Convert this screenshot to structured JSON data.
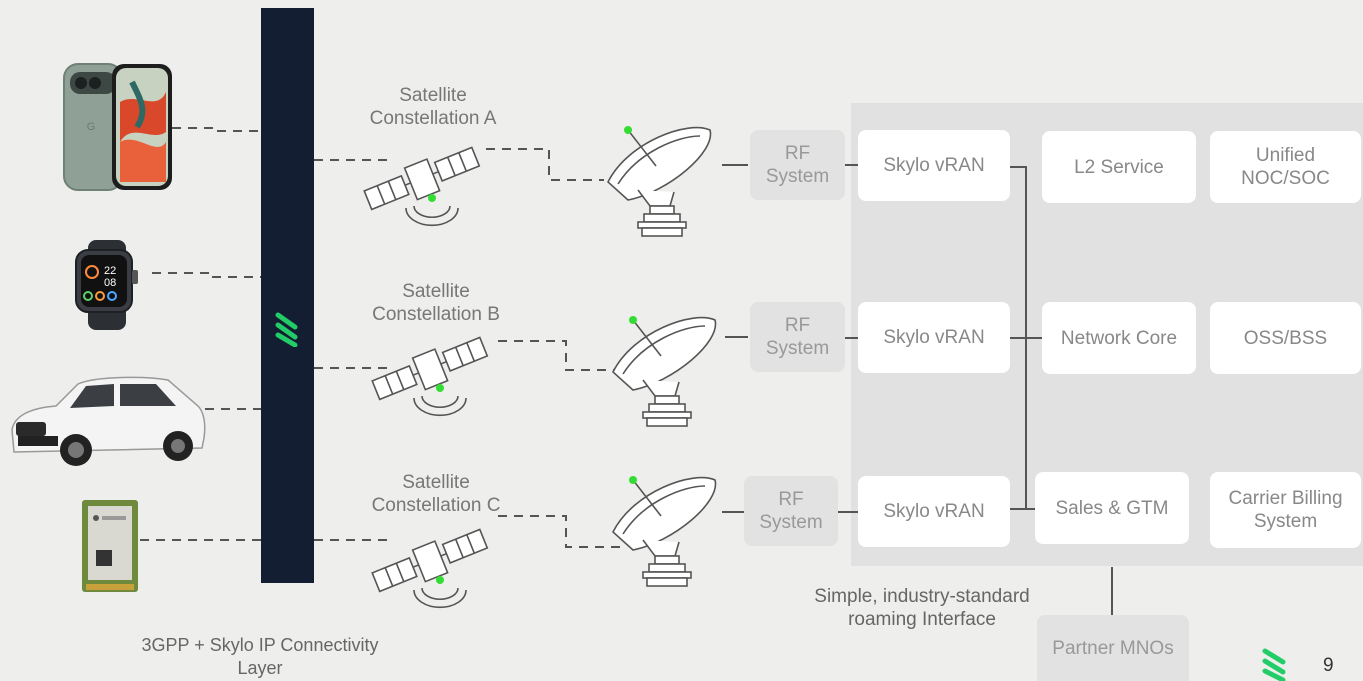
{
  "colors": {
    "background": "#eeeeec",
    "connectivity_bar": "#141e33",
    "panel": "#e1e1e1",
    "brand_green": "#22cc66",
    "dot_green": "#33dd33"
  },
  "devices": [
    {
      "name": "smartphone",
      "icon": "phone-icon"
    },
    {
      "name": "smartwatch",
      "icon": "watch-icon"
    },
    {
      "name": "car",
      "icon": "car-icon"
    },
    {
      "name": "iot-module",
      "icon": "module-icon"
    }
  ],
  "connectivity_layer": {
    "logo_icon": "skylo-logo-icon",
    "caption": "3GPP + Skylo IP Connectivity\nLayer"
  },
  "constellations": [
    {
      "label": "Satellite\nConstellation A"
    },
    {
      "label": "Satellite\nConstellation B"
    },
    {
      "label": "Satellite\nConstellation C"
    }
  ],
  "rf_systems": [
    {
      "label": "RF\nSystem"
    },
    {
      "label": "RF\nSystem"
    },
    {
      "label": "RF\nSystem"
    }
  ],
  "vran": [
    {
      "label": "Skylo vRAN"
    },
    {
      "label": "Skylo vRAN"
    },
    {
      "label": "Skylo vRAN"
    }
  ],
  "core_services": {
    "l2": "L2 Service",
    "network_core": "Network Core",
    "sales": "Sales & GTM"
  },
  "ops_services": {
    "noc": "Unified\nNOC/SOC",
    "oss": "OSS/BSS",
    "billing": "Carrier Billing\nSystem"
  },
  "roaming_caption": "Simple, industry-standard\nroaming Interface",
  "partner": "Partner MNOs",
  "page_number": "9"
}
